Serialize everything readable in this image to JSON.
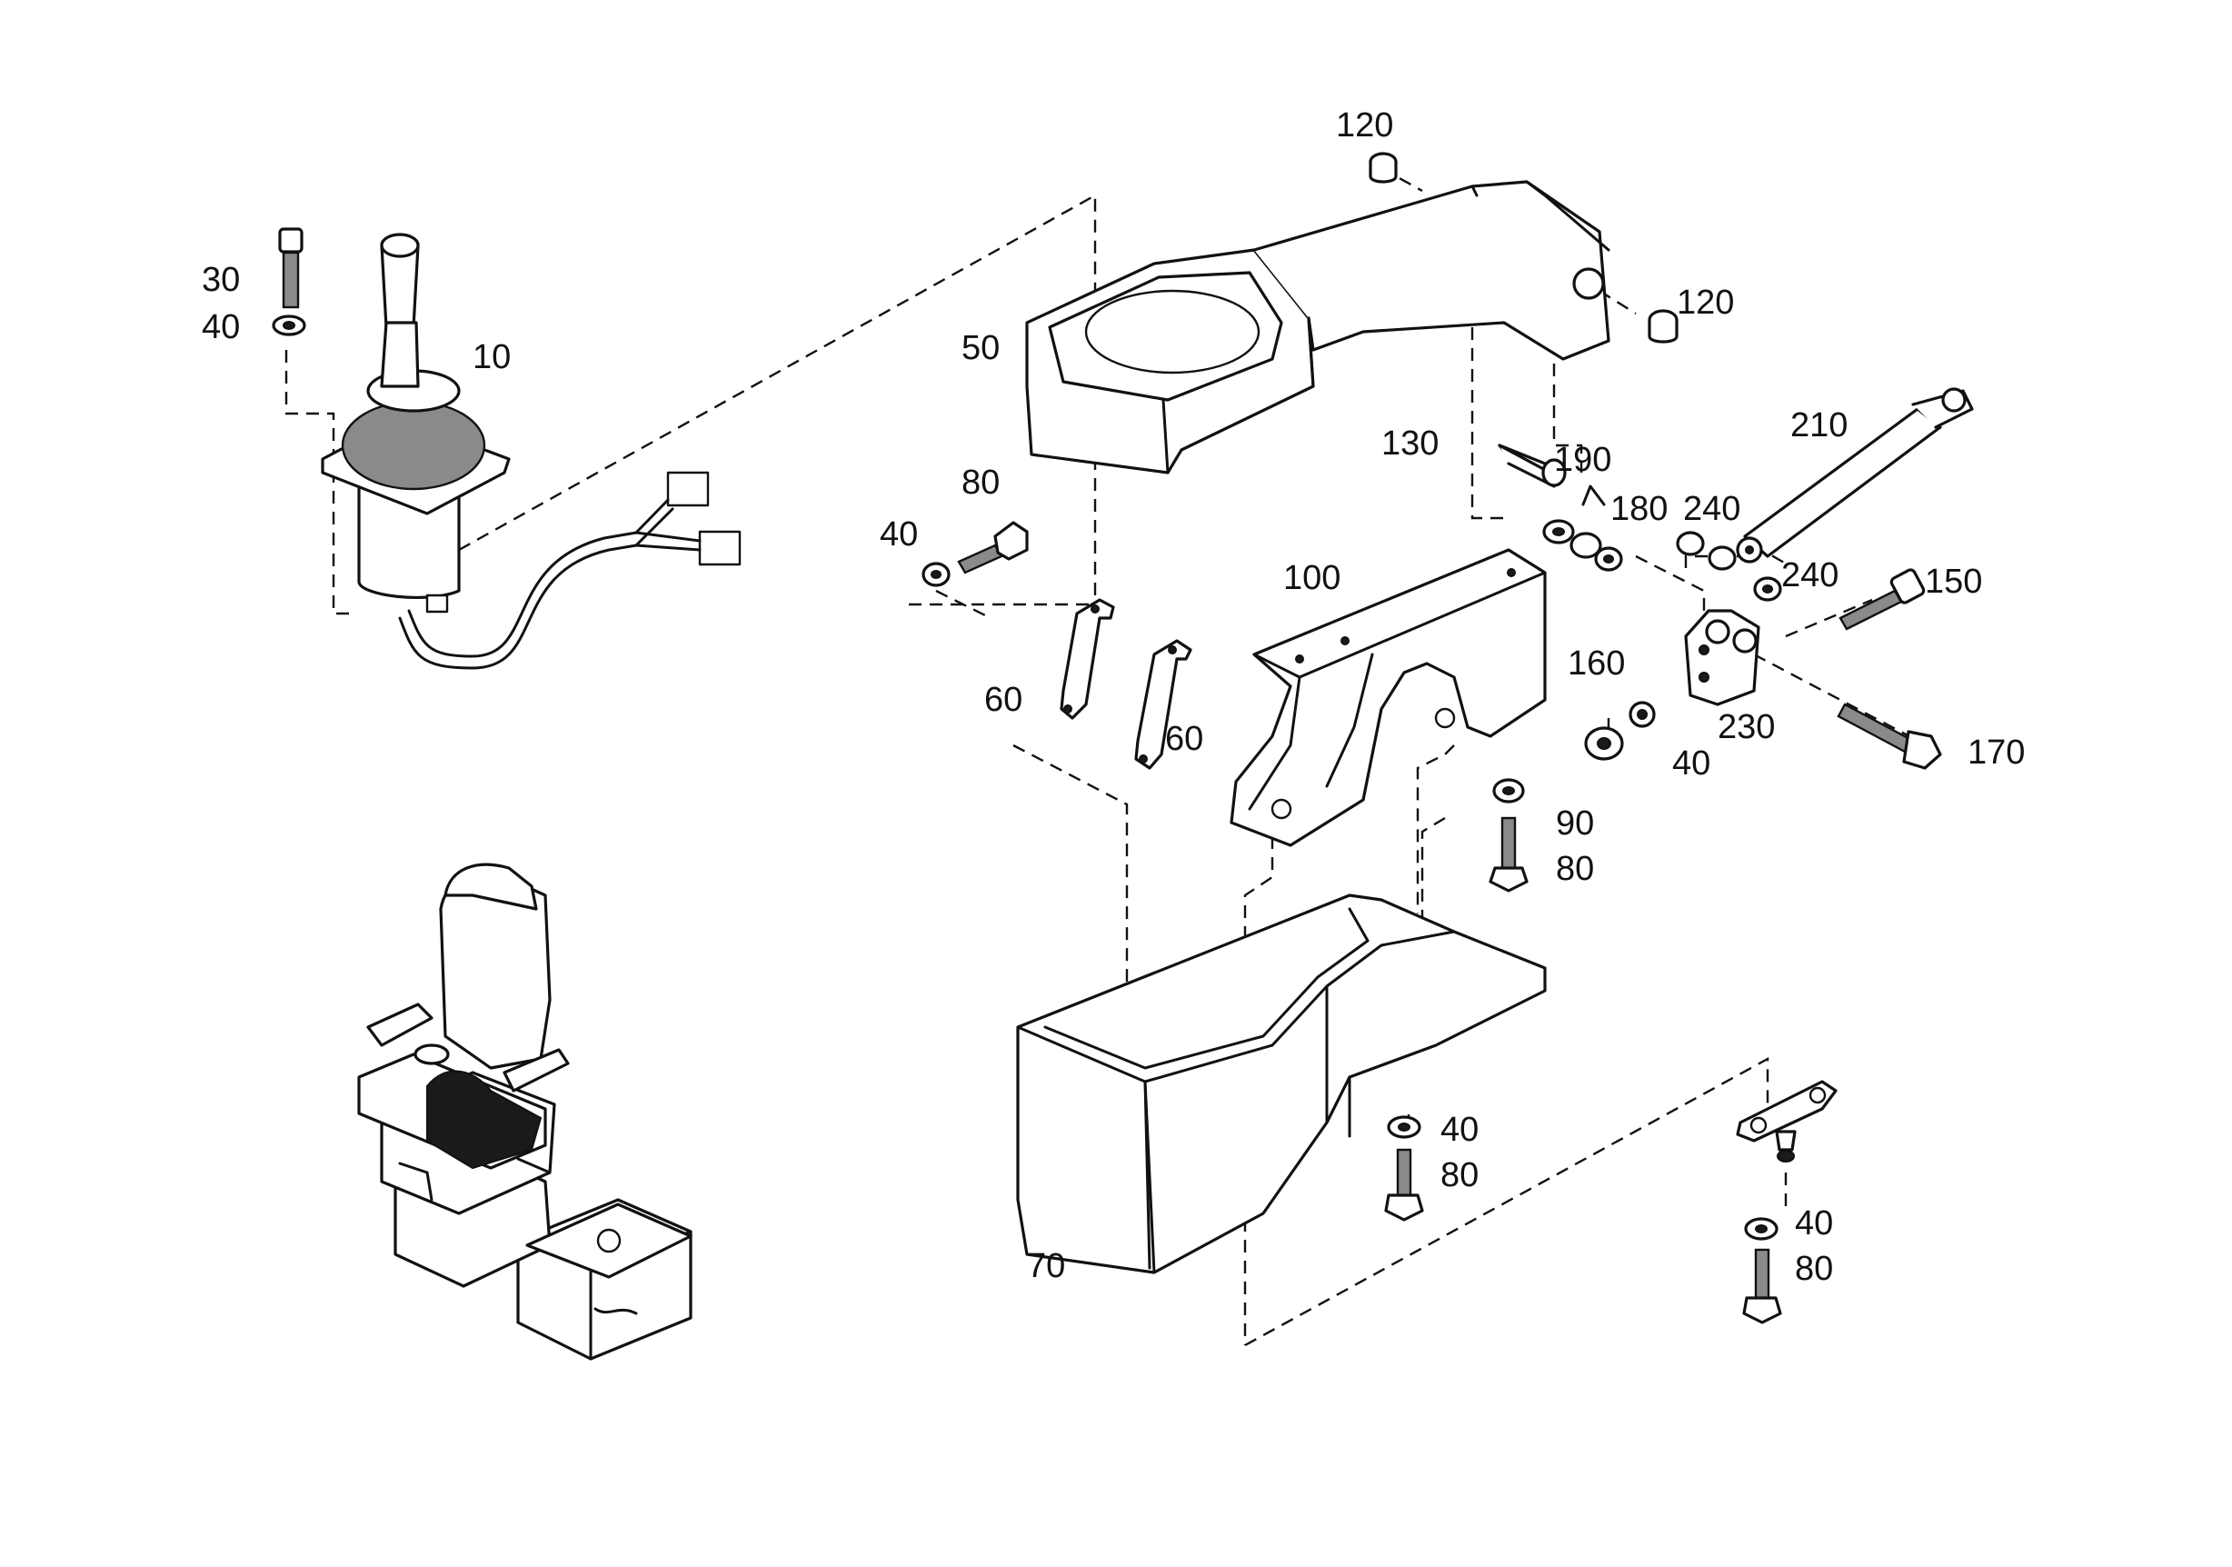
{
  "callouts": {
    "c120a": "120",
    "c120b": "120",
    "c30": "30",
    "c40a": "40",
    "c10": "10",
    "c50": "50",
    "c130": "130",
    "c190": "190",
    "c180": "180",
    "c210": "210",
    "c240a": "240",
    "c240b": "240",
    "c150": "150",
    "c80a": "80",
    "c40b": "40",
    "c100": "100",
    "c160": "160",
    "c60a": "60",
    "c60b": "60",
    "c230": "230",
    "c40c": "40",
    "c170": "170",
    "c90": "90",
    "c80b": "80",
    "c40d": "40",
    "c80c": "80",
    "c70": "70",
    "c40e": "40",
    "c80d": "80"
  },
  "colors": {
    "ink": "#111111",
    "paper": "#ffffff"
  },
  "icons": [
    "joystick",
    "armrest-housing",
    "bracket",
    "gas-spring",
    "hinge",
    "seat-assembly",
    "bolt",
    "washer",
    "nut",
    "bushing"
  ]
}
